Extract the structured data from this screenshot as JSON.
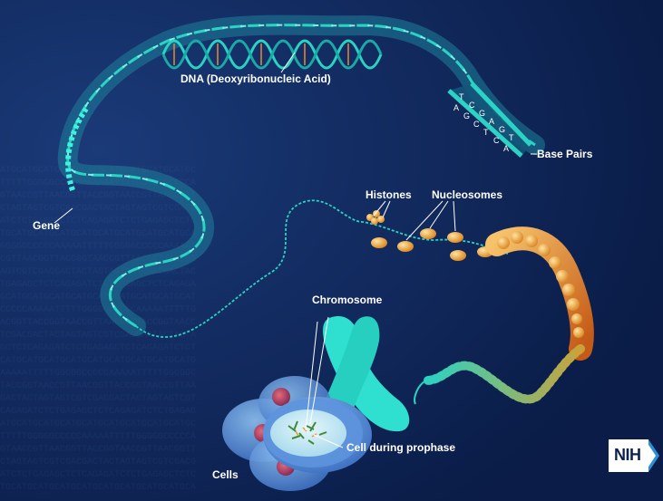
{
  "labels": {
    "dna": "DNA (Deoxyribonucleic Acid)",
    "base_pairs": "Base Pairs",
    "gene": "Gene",
    "histones": "Histones",
    "nucleosomes": "Nucleosomes",
    "chromosome": "Chromosome",
    "cell_prophase": "Cell during prophase",
    "cells": "Cells"
  },
  "base_pair_letters": {
    "top": [
      "T",
      "C",
      "G",
      "A",
      "G",
      "T"
    ],
    "bottom": [
      "A",
      "G",
      "C",
      "T",
      "C",
      "A"
    ]
  },
  "logo": {
    "text": "NIH"
  },
  "colors": {
    "background": "#0c2150",
    "dna": "#2ad3c4",
    "chromosome": "#2fe0d0",
    "histone": "#f2b45a",
    "cell": "#6aa6e8",
    "nucleus": "#bfe7f5"
  }
}
